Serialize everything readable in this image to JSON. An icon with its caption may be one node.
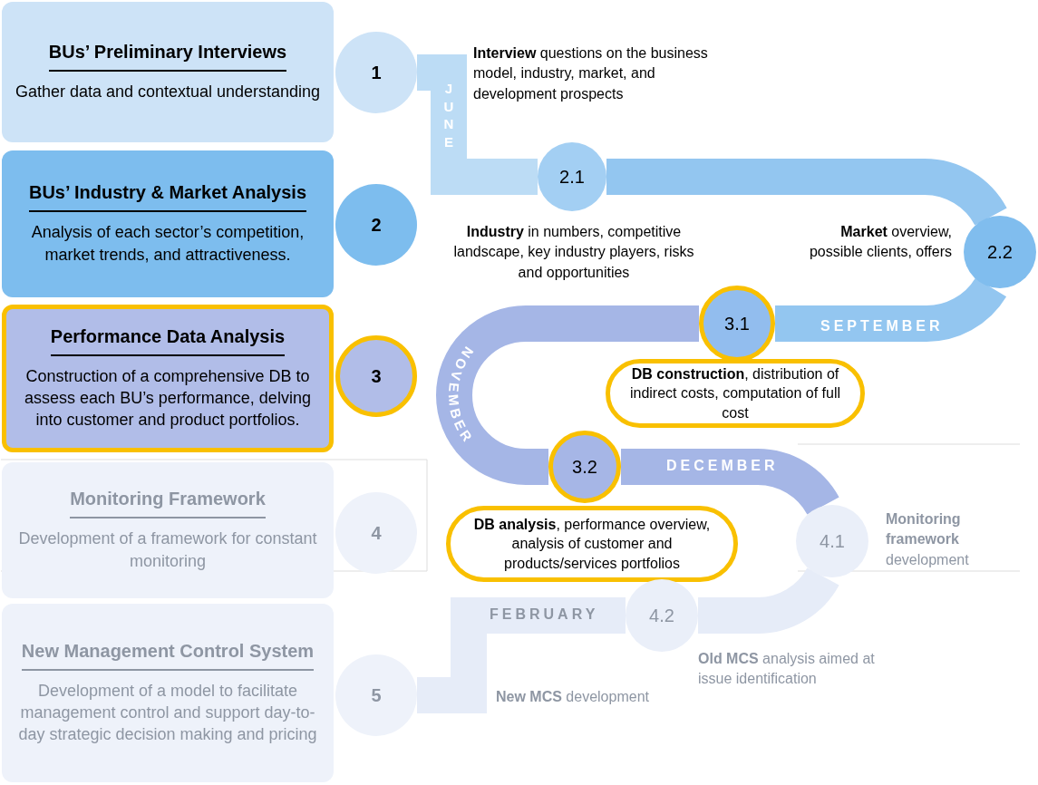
{
  "diagram": {
    "nodes": [
      {
        "text": [
          "BUs’ Preliminary Interviews",
          "Gather data and contextual understanding"
        ]
      },
      {
        "text": [
          "1"
        ],
        "beside": [
          "**Interview** questions on the business model, industry, market, and development prospects"
        ]
      },
      {
        "text": [
          "BUs’ Industry & Market Analysis",
          "Analysis of each sector’s competition, market trends, and attractiveness."
        ]
      },
      {
        "text": [
          "2"
        ]
      },
      {
        "text": [
          "Performance Data Analysis",
          "Construction of a comprehensive DB to assess each BU’s performance, delving into customer and product portfolios."
        ]
      },
      {
        "text": [
          "3"
        ]
      },
      {
        "text": [
          "Monitoring Framework",
          "Development of a framework for constant monitoring"
        ]
      },
      {
        "text": [
          "4"
        ]
      },
      {
        "text": [
          "New Management Control System",
          "Development of a model to facilitate management control and support day-to-day strategic decision making and pricing"
        ]
      },
      {
        "text": [
          "5"
        ]
      },
      {
        "text": [
          "2.1"
        ],
        "beside": [
          "**Industry** in numbers, competitive landscape, key industry players, risks and opportunities"
        ]
      },
      {
        "text": [
          "2.2"
        ],
        "beside": [
          "**Market** overview, possible clients, offers"
        ]
      },
      {
        "text": [
          "3.1"
        ]
      },
      {
        "text": [
          "**DB construction**, distribution of indirect costs, computation of full cost"
        ]
      },
      {
        "text": [
          "3.2"
        ]
      },
      {
        "text": [
          "**DB analysis**, performance overview, analysis of customer and products/services portfolios"
        ]
      },
      {
        "text": [
          "4.1"
        ],
        "beside": [
          "**Monitoring framework** development"
        ]
      },
      {
        "text": [
          "4.2"
        ],
        "beside": [
          "**Old MCS** analysis aimed at issue identification"
        ]
      }
    ],
    "edges": [
      {
        "from": 1,
        "to": 10,
        "arrow": "none",
        "color": "#bcdcf5"
      },
      {
        "from": 10,
        "to": 11,
        "arrow": "none"
      },
      {
        "from": 11,
        "to": 12,
        "arrow": "none"
      },
      {
        "from": 12,
        "to": 14,
        "arrow": "none",
        "color": "#a5b6e6"
      },
      {
        "from": 14,
        "to": 16,
        "arrow": "none",
        "color": "#a5b6e6"
      },
      {
        "from": 16,
        "to": 17,
        "arrow": "none",
        "color": "#e6ecf8"
      },
      {
        "from": 17,
        "to": 9,
        "arrow": "none",
        "color": "#e6ecf8"
      }
    ],
    "labels": [
      "JUNE",
      "SEPTEMBER",
      "NOVEMBER",
      "DECEMBER",
      "FEBRUARY",
      "**New MCS** development"
    ]
  }
}
